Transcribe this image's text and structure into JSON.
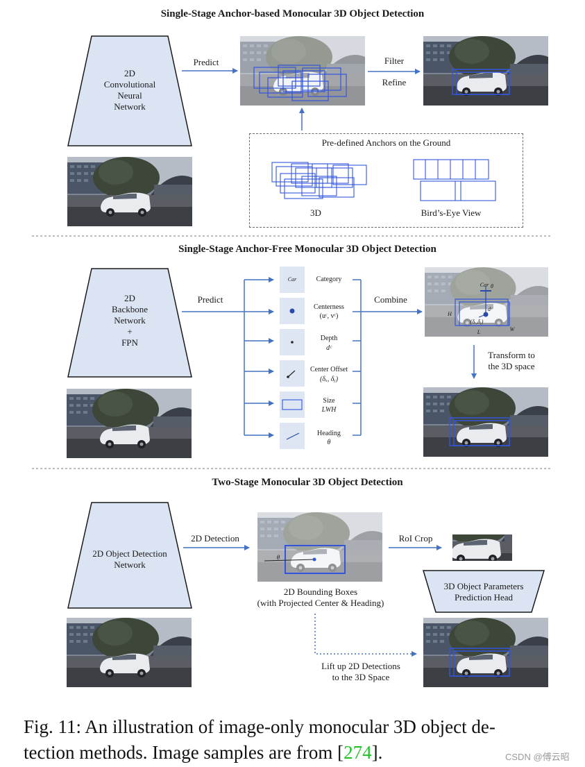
{
  "sections": {
    "anchor_based": {
      "title": "Single-Stage Anchor-based Monocular 3D Object Detection",
      "network_lines": [
        "2D",
        "Convolutional",
        "Neural",
        "Network"
      ],
      "predict_label": "Predict",
      "filter_label": "Filter",
      "refine_label": "Refine",
      "anchors_title": "Pre-defined Anchors on the Ground",
      "anchors_3d_label": "3D",
      "anchors_bev_label": "Bird’s-Eye View"
    },
    "anchor_free": {
      "title": "Single-Stage Anchor-Free Monocular 3D Object Detection",
      "network_lines": [
        "2D",
        "Backbone",
        "Network",
        "+",
        "FPN"
      ],
      "predict_label": "Predict",
      "combine_label": "Combine",
      "transform_lines": [
        "Transform to",
        "the 3D space"
      ],
      "heads": [
        {
          "icon": "Car",
          "name": "Category",
          "sub": ""
        },
        {
          "icon": "",
          "name": "Centerness",
          "sub": "(uᶜ, vᶜ)"
        },
        {
          "icon": "",
          "name": "Depth",
          "sub": "dᶜ"
        },
        {
          "icon": "",
          "name": "Center Offset",
          "sub": "(δₓ, δᵧ)"
        },
        {
          "icon": "",
          "name": "Size",
          "sub": "LWH"
        },
        {
          "icon": "",
          "name": "Heading",
          "sub": "θ"
        }
      ],
      "overlay_labels": {
        "car": "Car",
        "theta": "θ",
        "depth": "dᶜ",
        "offset": "(δₓ,δᵧ)",
        "h": "H",
        "l": "L",
        "w": "W"
      }
    },
    "two_stage": {
      "title": "Two-Stage Monocular 3D Object Detection",
      "network_lines": [
        "2D Object Detection",
        "Network"
      ],
      "detection_label": "2D Detection",
      "roi_label": "RoI Crop",
      "boxes_lines": [
        "2D Bounding Boxes",
        "(with Projected Center & Heading)"
      ],
      "head_lines": [
        "3D Object Parameters",
        "Prediction Head"
      ],
      "lift_lines": [
        "Lift up 2D Detections",
        "to the 3D Space"
      ],
      "theta_label": "θ"
    }
  },
  "caption": {
    "line1": "Fig. 11: An illustration of image-only monocular 3D object de-",
    "line2_prefix": "tection methods. Image samples are from [",
    "citation": "274",
    "line2_suffix": "]."
  },
  "watermark": "CSDN @傅云昭",
  "colors": {
    "accent_blue": "#4472c4",
    "box_blue": "#3355dd",
    "panel_fill": "#dbe4f3",
    "citation_green": "#22c32a"
  }
}
